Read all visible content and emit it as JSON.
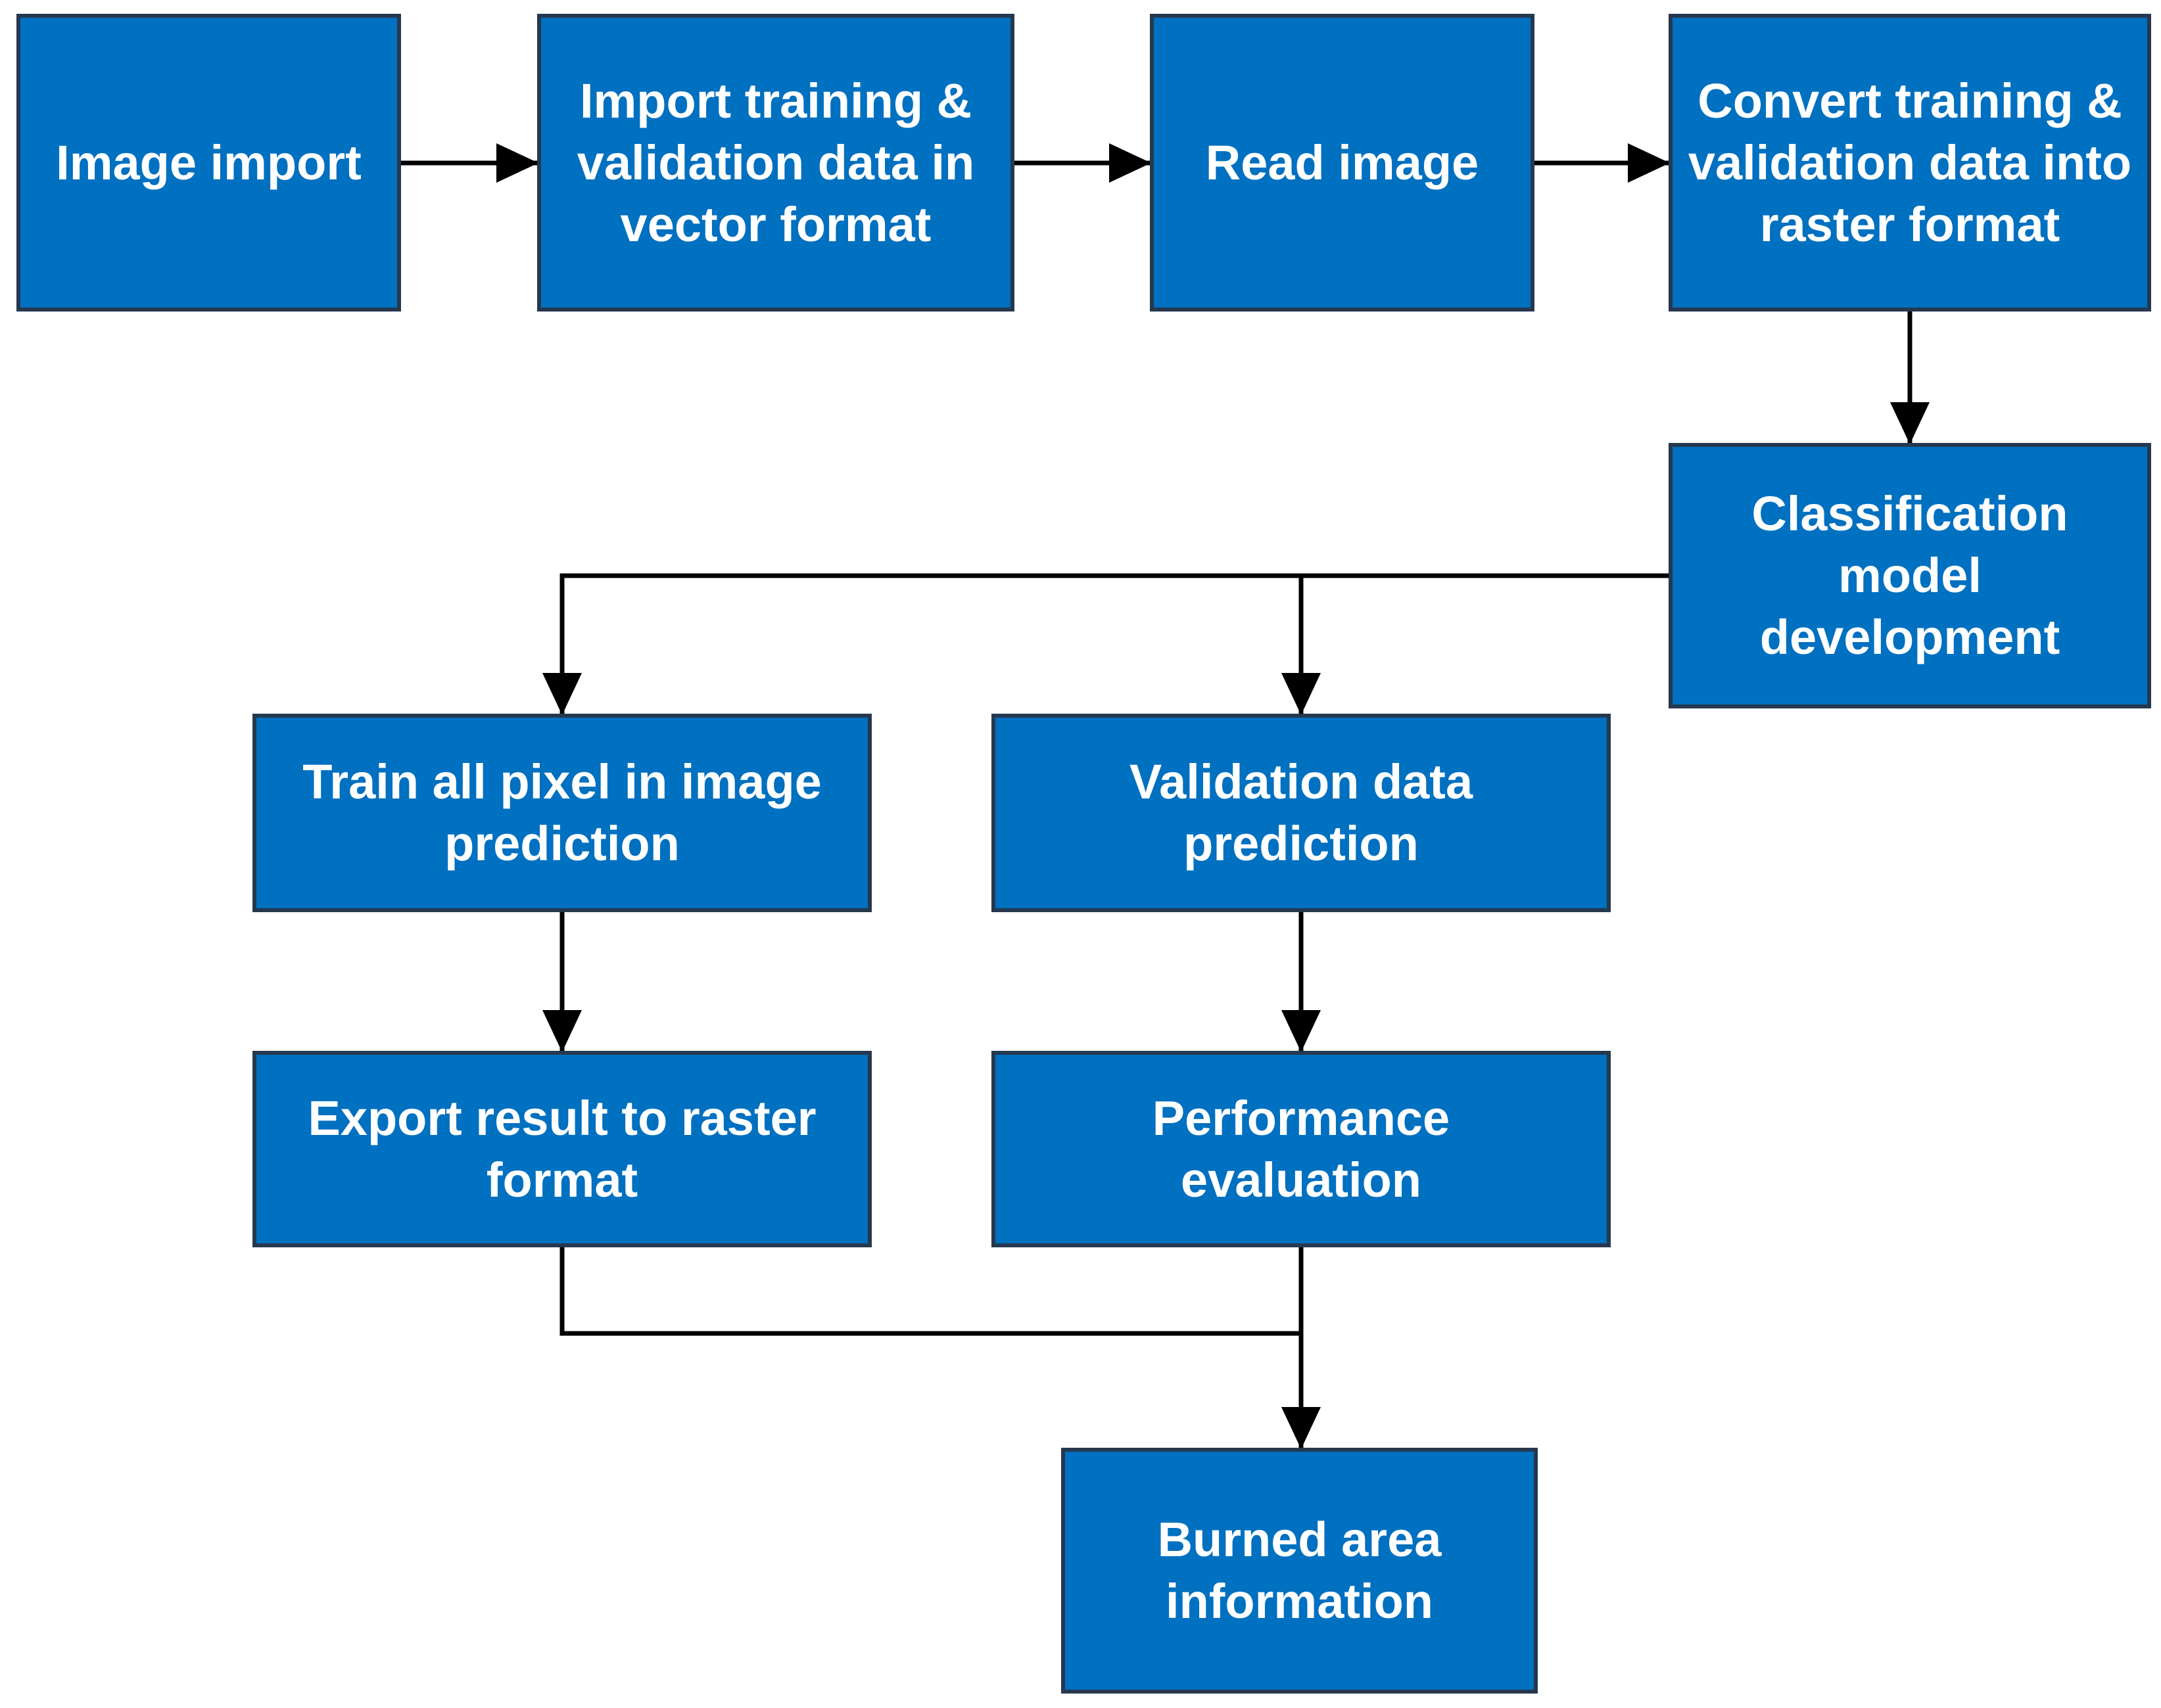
{
  "colors": {
    "box_fill": "#0070c0",
    "box_border": "#26384f",
    "box_text": "#ffffff",
    "connector": "#000000",
    "background": "#ffffff"
  },
  "boxes": {
    "image_import": "Image import",
    "import_training_validation": "Import training & validation data in vector format",
    "read_image": "Read image",
    "convert_training_validation": "Convert training & validation data into raster format",
    "classification_model": "Classification model development",
    "train_all_pixel": "Train all pixel in image prediction",
    "validation_prediction": "Validation data prediction",
    "export_result": "Export result to raster format",
    "performance_evaluation": "Performance evaluation",
    "burned_area": "Burned area information"
  },
  "connections": [
    {
      "from": "image_import",
      "to": "import_training_validation"
    },
    {
      "from": "import_training_validation",
      "to": "read_image"
    },
    {
      "from": "read_image",
      "to": "convert_training_validation"
    },
    {
      "from": "convert_training_validation",
      "to": "classification_model"
    },
    {
      "from": "classification_model",
      "to": "train_all_pixel"
    },
    {
      "from": "classification_model",
      "to": "validation_prediction"
    },
    {
      "from": "train_all_pixel",
      "to": "export_result"
    },
    {
      "from": "validation_prediction",
      "to": "performance_evaluation"
    },
    {
      "from": "export_result",
      "to": "burned_area"
    },
    {
      "from": "performance_evaluation",
      "to": "burned_area"
    }
  ]
}
